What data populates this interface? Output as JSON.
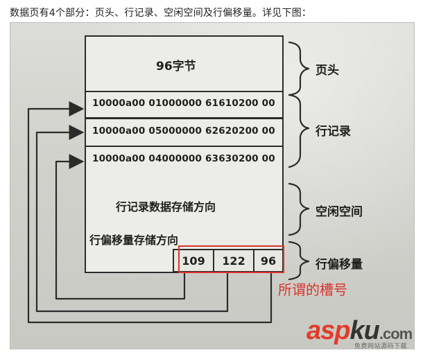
{
  "caption": "数据页有4个部分：页头、行记录、空闲空间及行偏移量。详见下图：",
  "page": {
    "header_label": "96字节",
    "records": [
      "10000a00 01000000 61610200 00",
      "10000a00 05000000 62620200 00",
      "10000a00 04000000 63630200 00"
    ],
    "free_space_direction_label": "行记录数据存储方向",
    "slot_direction_label": "行偏移量存储方向",
    "slots": [
      "109",
      "122",
      "96"
    ]
  },
  "brace_labels": {
    "header": "页头",
    "records": "行记录",
    "free_space": "空闲空间",
    "slots": "行偏移量"
  },
  "annotation": "所谓的槽号",
  "watermark": {
    "prefix": "asp",
    "mid": "ku",
    "suffix": ".com",
    "subtitle": "免费网站源码下载站!"
  },
  "colors": {
    "annotation_red": "#d9342b",
    "ink": "#2b2b2b"
  }
}
